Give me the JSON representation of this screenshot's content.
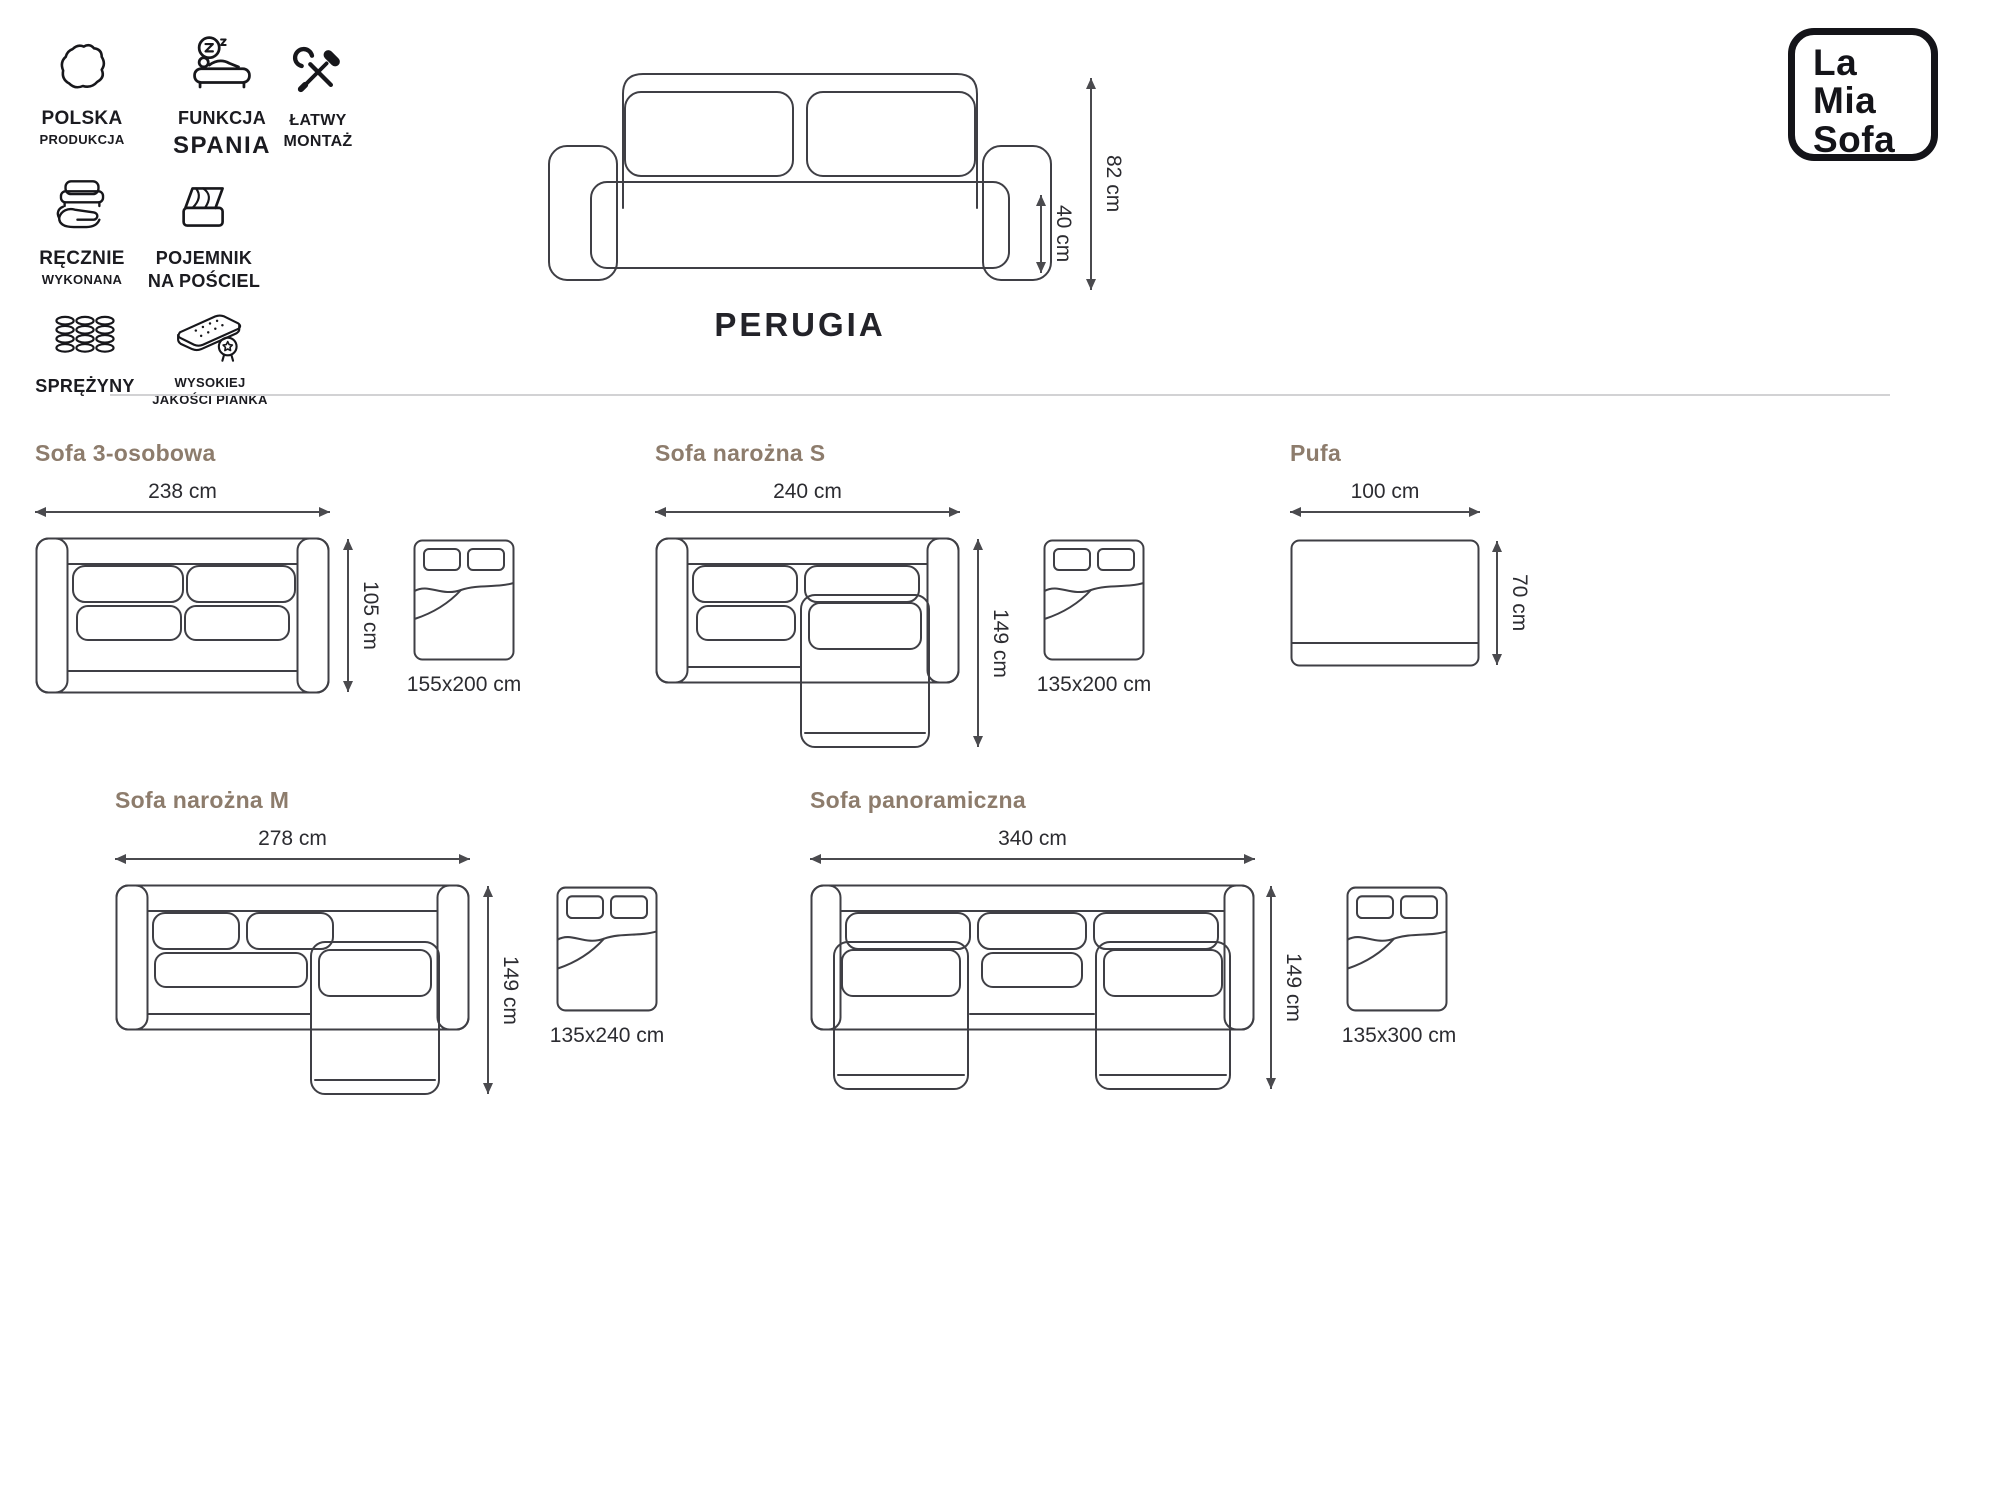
{
  "header": {
    "features": [
      {
        "icon": "poland-map-icon",
        "line1": "POLSKA",
        "line2": "PRODUKCJA"
      },
      {
        "icon": "sleep-function-icon",
        "line1": "FUNKCJA",
        "line2": "SPANIA"
      },
      {
        "icon": "tools-icon",
        "line1": "ŁATWY",
        "line2": "MONTAŻ"
      },
      {
        "icon": "handmade-icon",
        "line1": "RĘCZNIE",
        "line2": "WYKONANA"
      },
      {
        "icon": "bedding-storage-icon",
        "line1": "POJEMNIK",
        "line2": "NA POŚCIEL"
      },
      {
        "icon": "springs-icon",
        "line1": "SPRĘŻYNY",
        "line2": ""
      },
      {
        "icon": "foam-quality-icon",
        "line1": "WYSOKIEJ",
        "line2": "JAKOŚCI PIANKA"
      }
    ],
    "logo": {
      "line1": "La",
      "line2": "Mia",
      "line3": "Sofa"
    },
    "product_name": "PERUGIA",
    "sofa_height": "82 cm",
    "seat_height": "40 cm"
  },
  "variants": {
    "sofa3": {
      "name": "Sofa 3-osobowa",
      "width": "238 cm",
      "depth": "105 cm",
      "bed_size": "155x200 cm"
    },
    "corner_s": {
      "name": "Sofa narożna S",
      "width": "240 cm",
      "depth": "149 cm",
      "bed_size": "135x200 cm"
    },
    "pufa": {
      "name": "Pufa",
      "width": "100 cm",
      "depth": "70 cm"
    },
    "corner_m": {
      "name": "Sofa narożna M",
      "width": "278 cm",
      "depth": "149 cm",
      "bed_size": "135x240 cm"
    },
    "panoramic": {
      "name": "Sofa panoramiczna",
      "width": "340 cm",
      "depth": "149 cm",
      "bed_size": "135x300 cm"
    }
  },
  "colors": {
    "variant_title": "#8d7c6c",
    "line_art": "#3f3f45",
    "text": "#232329",
    "divider": "#d2d2d4"
  }
}
